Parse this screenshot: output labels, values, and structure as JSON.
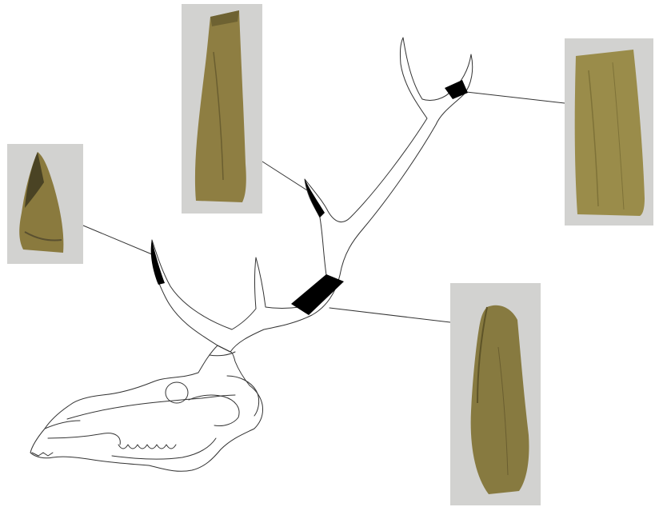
{
  "figure": {
    "subject": "deer-skull-with-antler-sampling-locations",
    "background_color": "#ffffff",
    "line_color": "#333333",
    "sample_band_color": "#000000",
    "photo_background_color": "#d2d2d0",
    "bone_color": "#8a7a3e"
  },
  "samples": [
    {
      "id": "brow-tine-tip",
      "photo": "photo-1"
    },
    {
      "id": "upper-tine-tip",
      "photo": "photo-2"
    },
    {
      "id": "crown-tine-tip",
      "photo": "photo-3"
    },
    {
      "id": "main-beam-section",
      "photo": "photo-4"
    }
  ]
}
